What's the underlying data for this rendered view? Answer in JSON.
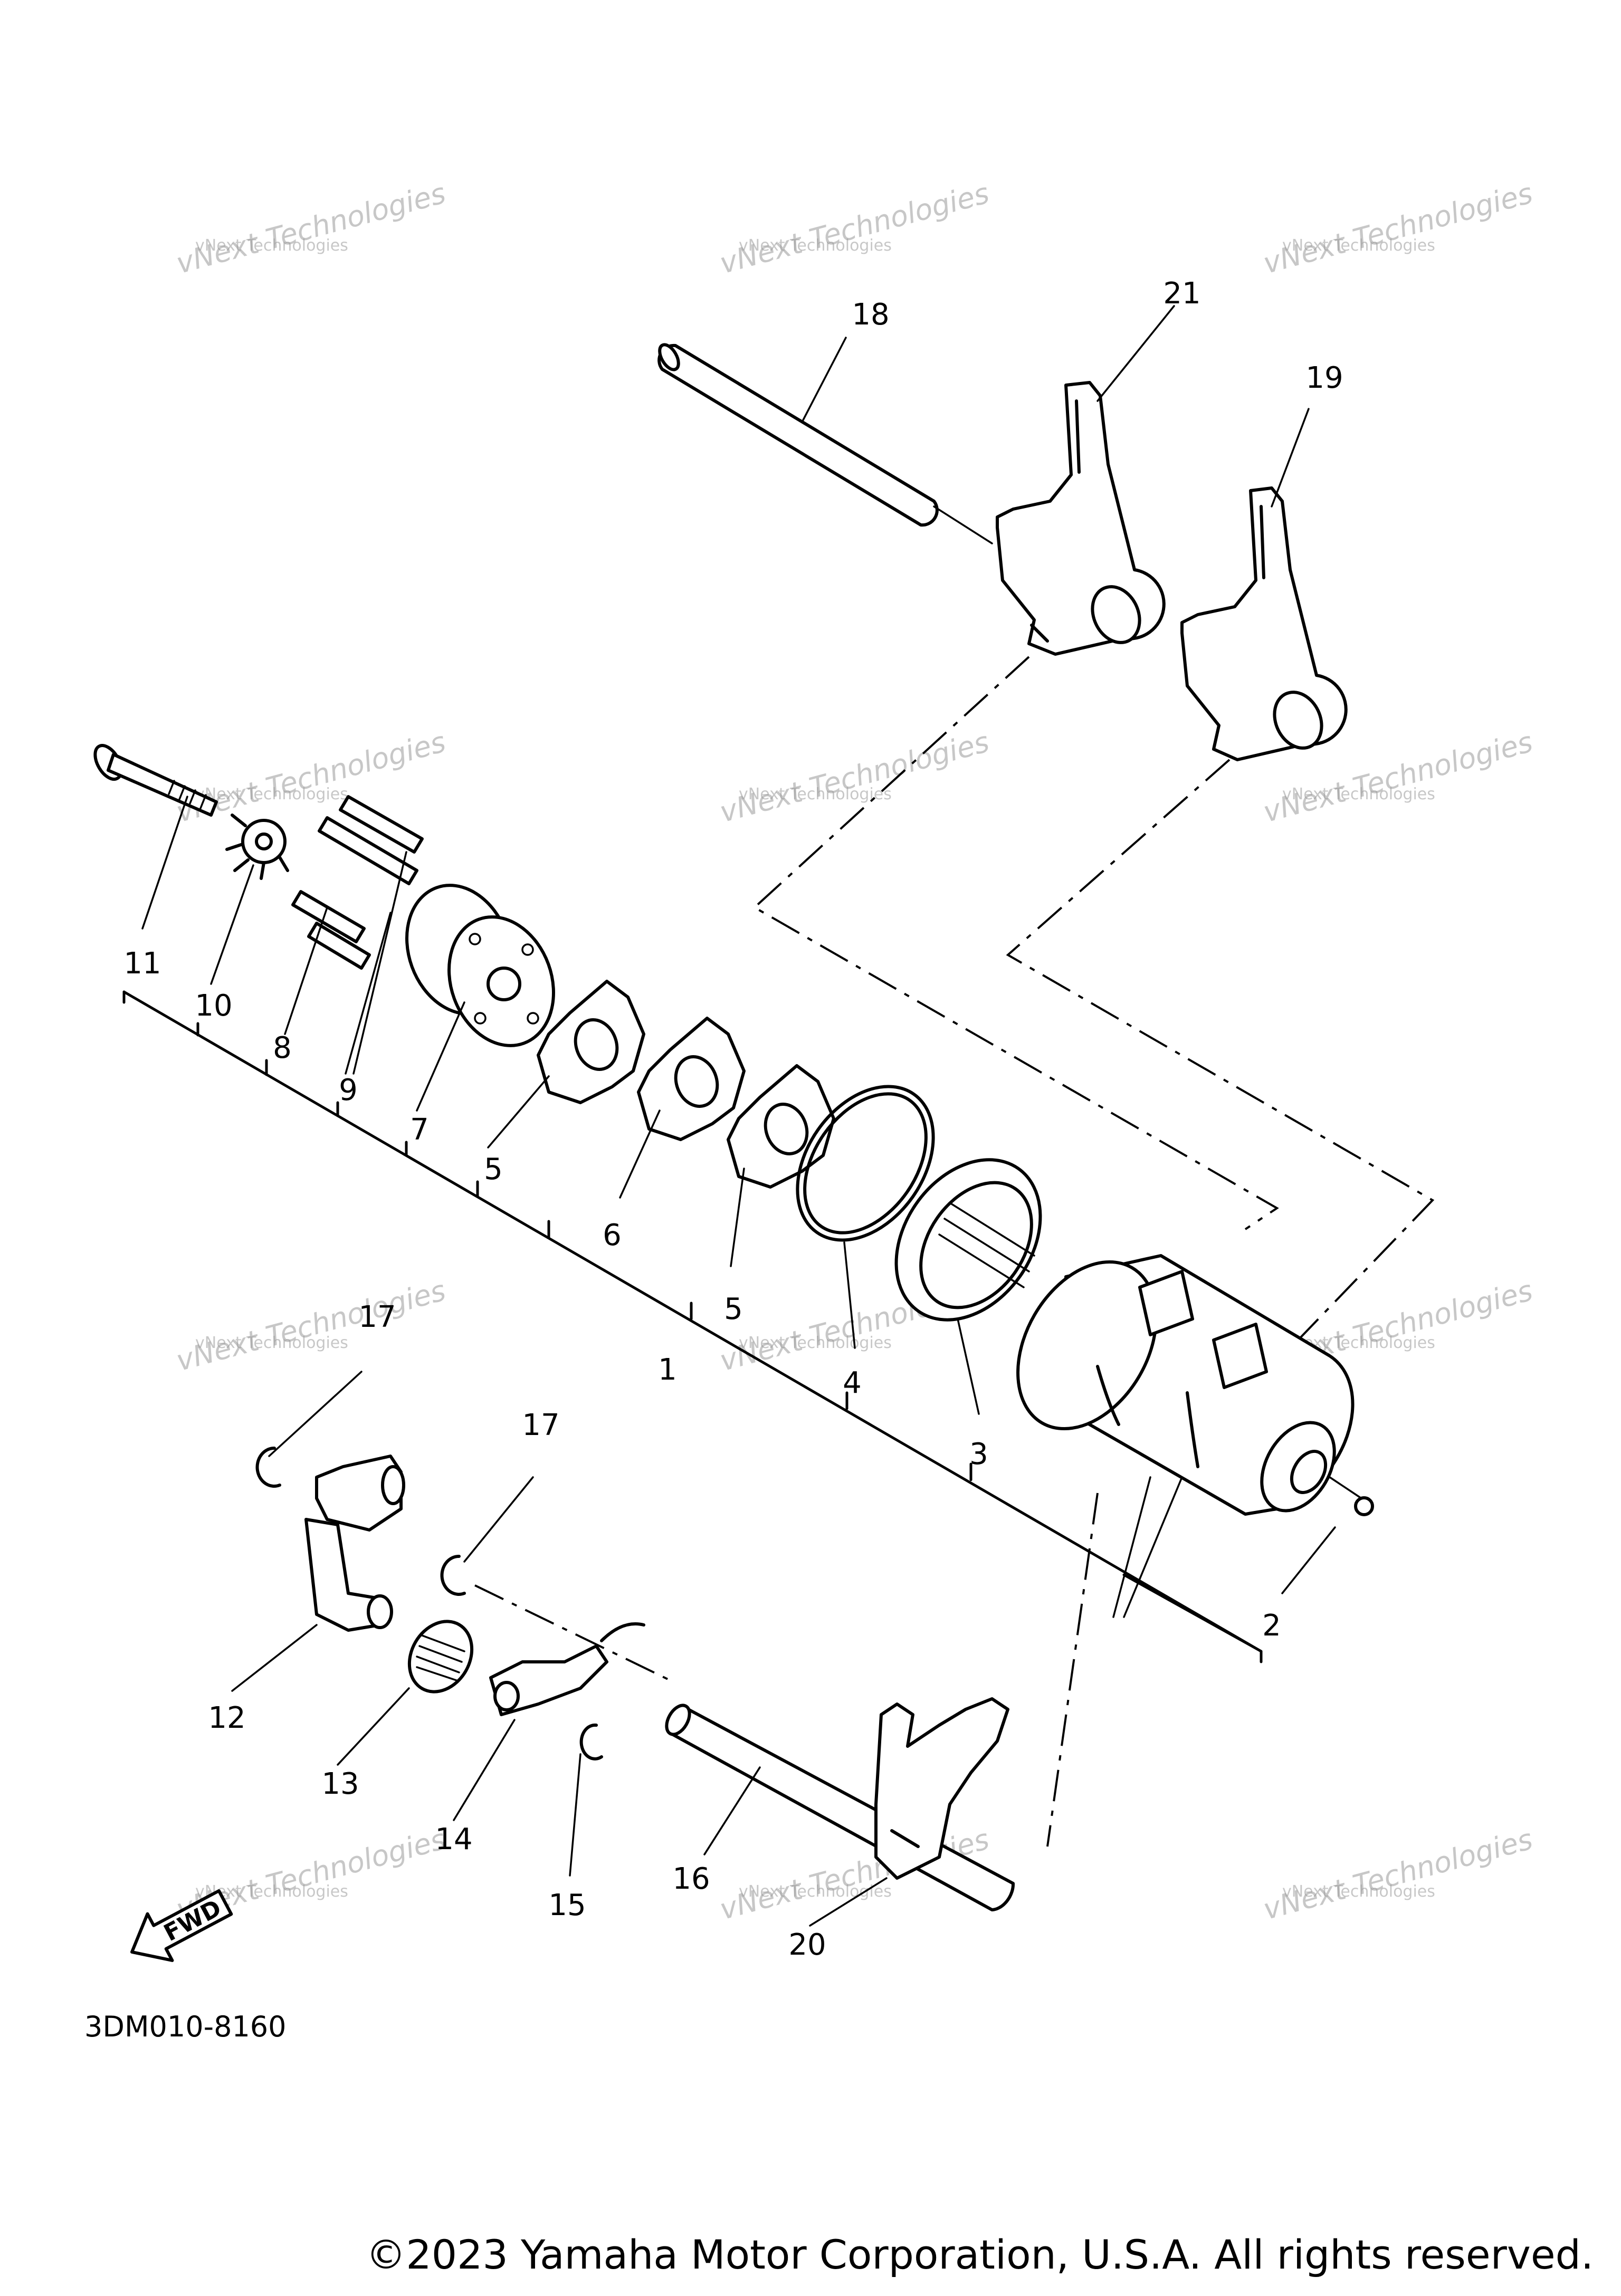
{
  "diagram": {
    "part_labels": [
      "1",
      "2",
      "3",
      "4",
      "5",
      "5",
      "6",
      "7",
      "8",
      "9",
      "10",
      "11",
      "12",
      "13",
      "14",
      "15",
      "16",
      "17",
      "17",
      "18",
      "19",
      "20",
      "21"
    ],
    "diagram_code": "3DM010-8160",
    "fwd_label": "FWD",
    "copyright": "©2023 Yamaha Motor Corporation, U.S.A. All rights reserved.",
    "watermark_small": "vNext Technologies",
    "watermark_big": "vNext Technologies"
  }
}
